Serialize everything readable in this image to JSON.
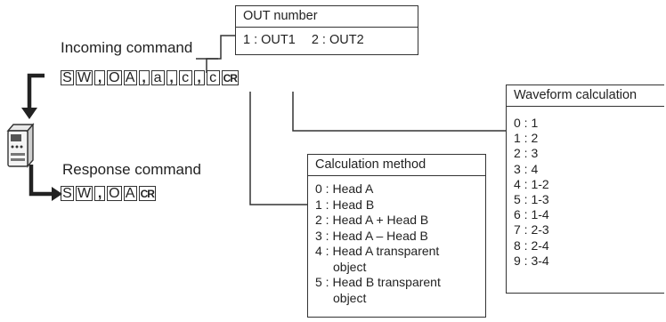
{
  "incoming_label": "Incoming command",
  "incoming_chars": [
    "S",
    "W",
    ",",
    "O",
    "A",
    ",",
    "a",
    ",",
    "c",
    ",",
    "c",
    "CR"
  ],
  "response_label": "Response command",
  "response_chars": [
    "S",
    "W",
    ",",
    "O",
    "A",
    "CR"
  ],
  "out_number": {
    "title": "OUT number",
    "items": [
      "1 : OUT1",
      "2 : OUT2"
    ]
  },
  "calculation_method": {
    "title": "Calculation method",
    "items": [
      "0 : Head A",
      "1 : Head B",
      "2 : Head A + Head B",
      "3 : Head A – Head B",
      "4 : Head A transparent",
      "object",
      "5 : Head B transparent",
      "object"
    ]
  },
  "waveform_calculation": {
    "title": "Waveform calculation",
    "items": [
      "0 : 1",
      "1 : 2",
      "2 : 3",
      "3 : 4",
      "4 : 1-2",
      "5 : 1-3",
      "6 : 1-4",
      "7 : 2-3",
      "8 : 2-4",
      "9 : 3-4"
    ]
  }
}
